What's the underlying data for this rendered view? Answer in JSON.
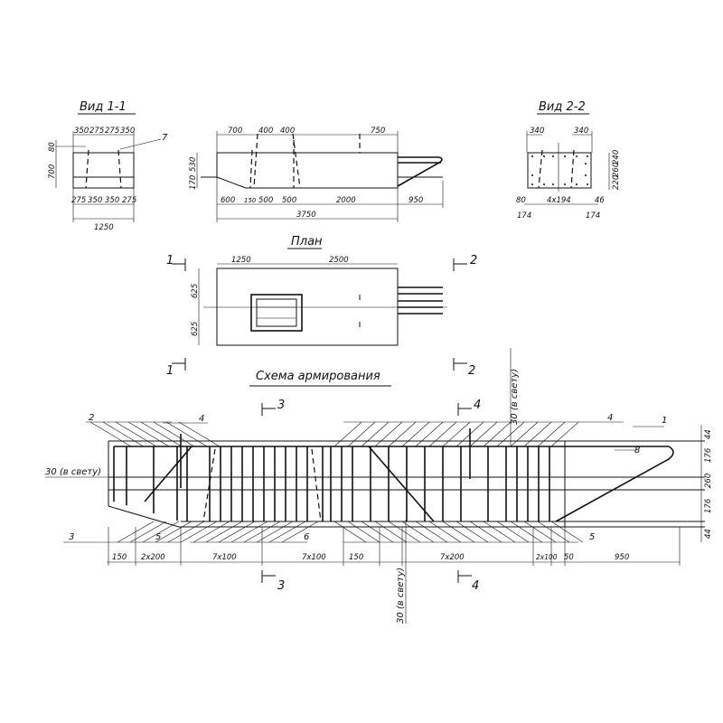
{
  "view_1_1": {
    "title": "Вид 1-1",
    "top_dims": [
      "350",
      "275",
      "275",
      "350"
    ],
    "bottom_dims": [
      "275",
      "350",
      "350",
      "275"
    ],
    "total": "1250",
    "left_dims": [
      "80",
      "700"
    ],
    "callout": "7"
  },
  "elevation": {
    "top_dims": [
      "700",
      "400",
      "400",
      "750"
    ],
    "left_dims": [
      "530",
      "170"
    ],
    "bottom_dims": [
      "600",
      "150",
      "500",
      "500",
      "2000",
      "950"
    ],
    "total": "3750"
  },
  "view_2_2": {
    "title": "Вид 2-2",
    "top_dims": [
      "340",
      "340"
    ],
    "right_dims": [
      "240",
      "260",
      "220"
    ],
    "bottom_dims": [
      "80",
      "4x194",
      "46"
    ],
    "lower_dims": [
      "174",
      "174"
    ]
  },
  "plan": {
    "title": "План",
    "top_dims": [
      "1250",
      "2500"
    ],
    "left_dims": [
      "625",
      "625"
    ],
    "section_marks": [
      "1",
      "1",
      "2",
      "2"
    ]
  },
  "scheme": {
    "title": "Схема армирования",
    "section_marks": [
      "3",
      "3",
      "4",
      "4"
    ],
    "callouts": [
      "2",
      "4",
      "4",
      "1",
      "8",
      "3",
      "5",
      "6",
      "5"
    ],
    "clear_left": "30 (в свету)",
    "clear_top": "30 (в свету)",
    "clear_bottom": "30 (в свету)",
    "bottom_dims": [
      "150",
      "2x200",
      "7x100",
      "7x100",
      "150",
      "7x200",
      "2x100",
      "50",
      "950"
    ],
    "right_dims": [
      "44",
      "176",
      "260",
      "176",
      "44"
    ]
  }
}
